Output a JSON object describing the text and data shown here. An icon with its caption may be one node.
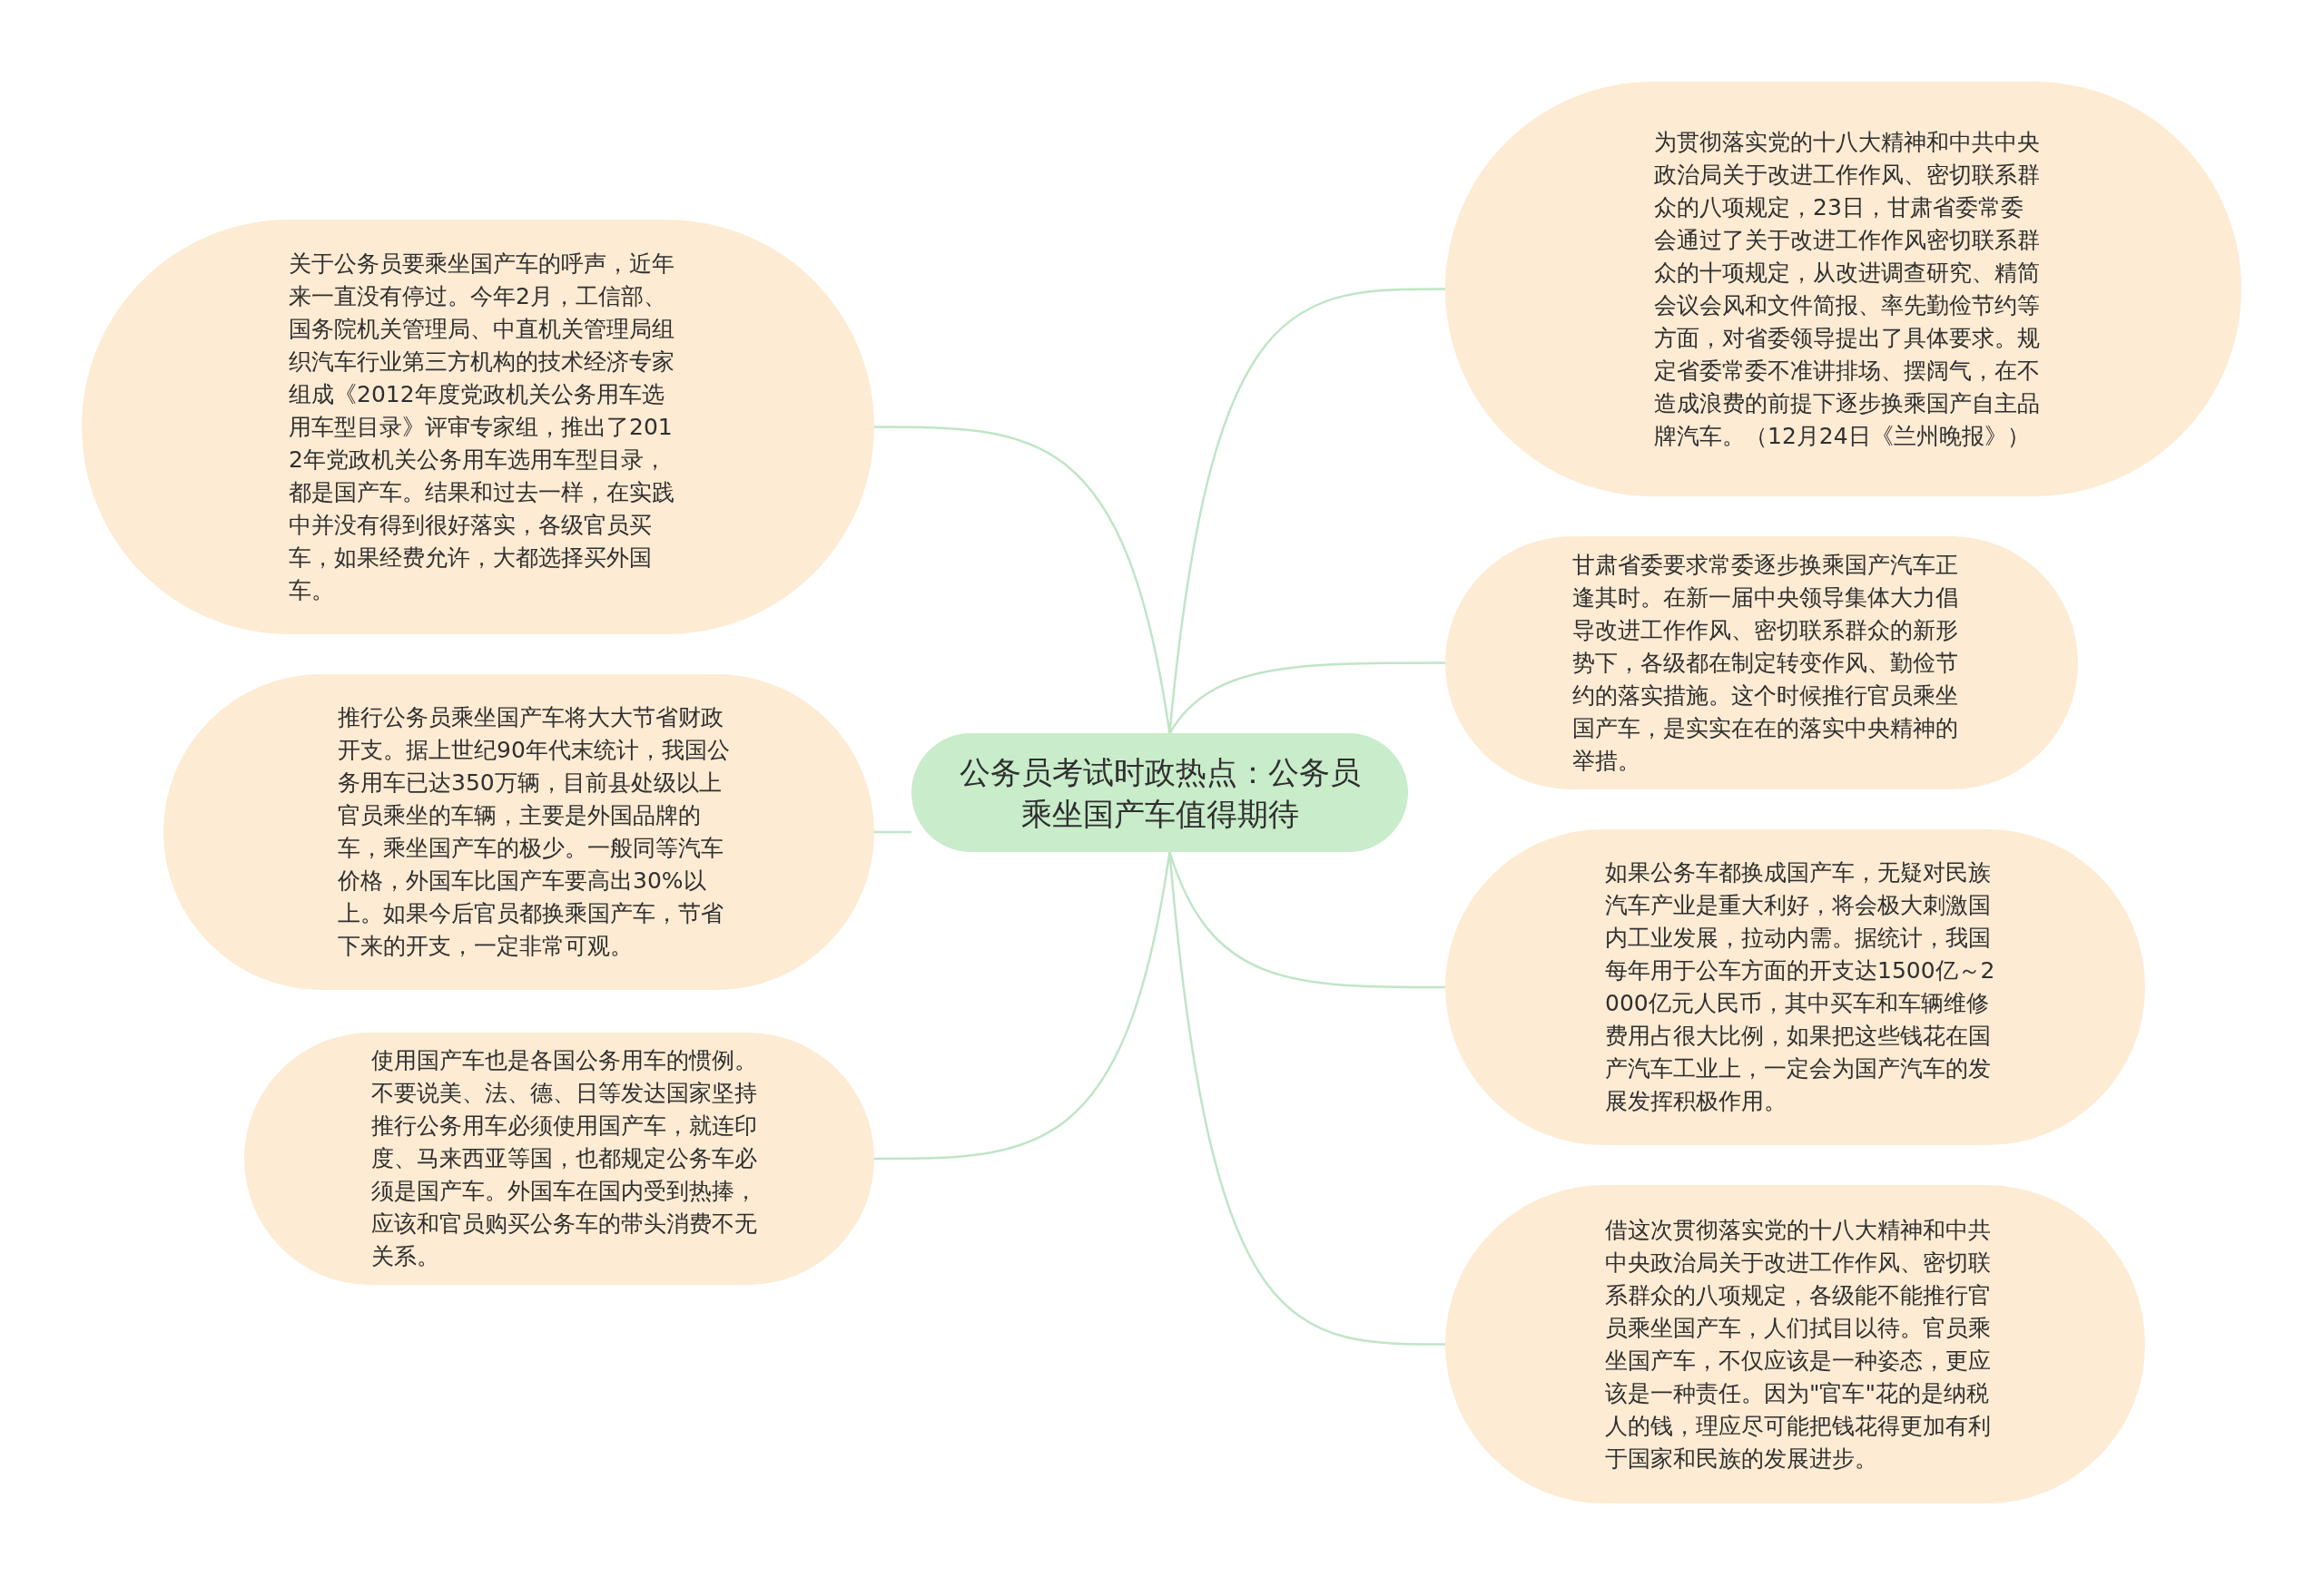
{
  "diagram": {
    "nodes": [
      {
        "text": [
          "公务员考试时政热点：公务员乘坐国产车值得期待"
        ]
      },
      {
        "text": [
          "关于公务员要乘坐国产车的呼声，近年来一直没有停过。今年2月，工信部、国务院机关管理局、中直机关管理局组织汽车行业第三方机构的技术经济专家组成《2012年度党政机关公务用车选用车型目录》评审专家组，推出了2012年党政机关公务用车选用车型目录，都是国产车。结果和过去一样，在实践中并没有得到很好落实，各级官员买车，如果经费允许，大都选择买外国车。"
        ]
      },
      {
        "text": [
          "推行公务员乘坐国产车将大大节省财政开支。据上世纪90年代末统计，我国公务用车已达350万辆，目前县处级以上官员乘坐的车辆，主要是外国品牌的车，乘坐国产车的极少。一般同等汽车价格，外国车比国产车要高出30%以上。如果今后官员都换乘国产车，节省下来的开支，一定非常可观。"
        ]
      },
      {
        "text": [
          "使用国产车也是各国公务用车的惯例。不要说美、法、德、日等发达国家坚持推行公务用车必须使用国产车，就连印度、马来西亚等国，也都规定公务车必须是国产车。外国车在国内受到热捧，应该和官员购买公务车的带头消费不无关系。"
        ]
      },
      {
        "text": [
          "为贯彻落实党的十八大精神和中共中央政治局关于改进工作作风、密切联系群众的八项规定，23日，甘肃省委常委会通过了关于改进工作作风密切联系群众的十项规定，从改进调查研究、精简会议会风和文件简报、率先勤俭节约等方面，对省委领导提出了具体要求。规定省委常委不准讲排场、摆阔气，在不造成浪费的前提下逐步换乘国产自主品牌汽车。（12月24日《兰州晚报》）"
        ]
      },
      {
        "text": [
          "甘肃省委要求常委逐步换乘国产汽车正逢其时。在新一届中央领导集体大力倡导改进工作作风、密切联系群众的新形势下，各级都在制定转变作风、勤俭节约的落实措施。这个时候推行官员乘坐国产车，是实实在在的落实中央精神的举措。"
        ]
      },
      {
        "text": [
          "如果公务车都换成国产车，无疑对民族汽车产业是重大利好，将会极大刺激国内工业发展，拉动内需。据统计，我国每年用于公车方面的开支达1500亿～2000亿元人民币，其中买车和车辆维修费用占很大比例，如果把这些钱花在国产汽车工业上，一定会为国产汽车的发展发挥积极作用。"
        ]
      },
      {
        "text": [
          "借这次贯彻落实党的十八大精神和中共中央政治局关于改进工作作风、密切联系群众的八项规定，各级能不能推行官员乘坐国产车，人们拭目以待。官员乘坐国产车，不仅应该是一种姿态，更应该是一种责任。因为\"官车\"花的是纳税人的钱，理应尽可能把钱花得更加有利于国家和民族的发展进步。"
        ]
      }
    ],
    "edges": [
      {
        "from": 0,
        "to": 1,
        "arrow": "none"
      },
      {
        "from": 0,
        "to": 2,
        "arrow": "none"
      },
      {
        "from": 0,
        "to": 3,
        "arrow": "none"
      },
      {
        "from": 0,
        "to": 4,
        "arrow": "none"
      },
      {
        "from": 0,
        "to": 5,
        "arrow": "none"
      },
      {
        "from": 0,
        "to": 6,
        "arrow": "none"
      },
      {
        "from": 0,
        "to": 7,
        "arrow": "none"
      }
    ]
  }
}
